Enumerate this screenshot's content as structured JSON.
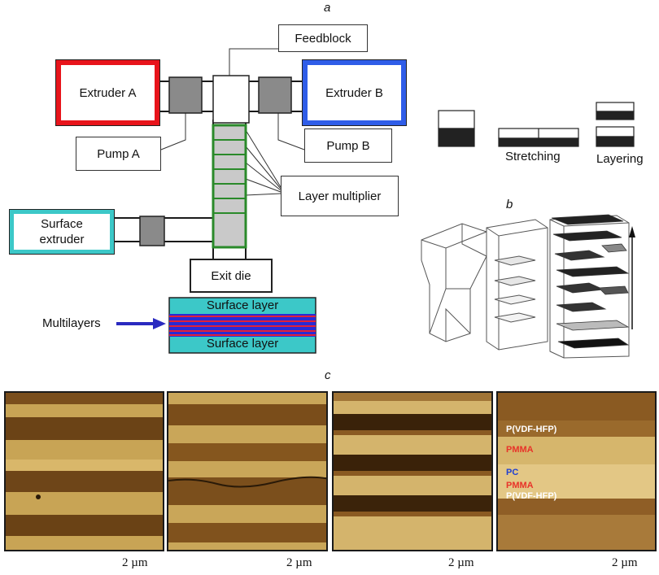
{
  "panel_letters": {
    "a": "a",
    "b": "b",
    "c": "c"
  },
  "extruders": {
    "a": "Extruder A",
    "b": "Extruder B",
    "surface": "Surface\nextruder"
  },
  "labels": {
    "feedblock": "Feedblock",
    "pump_a": "Pump A",
    "pump_b": "Pump B",
    "layer_multiplier": "Layer multiplier",
    "exit_die": "Exit die",
    "surface_layer_top": "Surface layer",
    "surface_layer_bottom": "Surface layer",
    "multilayers": "Multilayers"
  },
  "process_labels": {
    "stretching": "Stretching",
    "layering": "Layering"
  },
  "afm": {
    "scale_bar": "2 µm",
    "materials": [
      {
        "label": "P(VDF-HFP)",
        "color": "#ffffff"
      },
      {
        "label": "PMMA",
        "color": "#e8342a"
      },
      {
        "label": "PC",
        "color": "#1f3fd1"
      },
      {
        "label": "PMMA",
        "color": "#e8342a"
      },
      {
        "label": "P(VDF-HFP)",
        "color": "#ffffff"
      }
    ]
  },
  "colors": {
    "extruder_a": "#e8141b",
    "extruder_b": "#2f5de8",
    "surface": "#3cc8c8",
    "multilayer_red": "#e0213b",
    "multilayer_blue": "#2a2ad4",
    "multiplier_border": "#2a8a2a",
    "arrow": "#2a2ac0"
  }
}
